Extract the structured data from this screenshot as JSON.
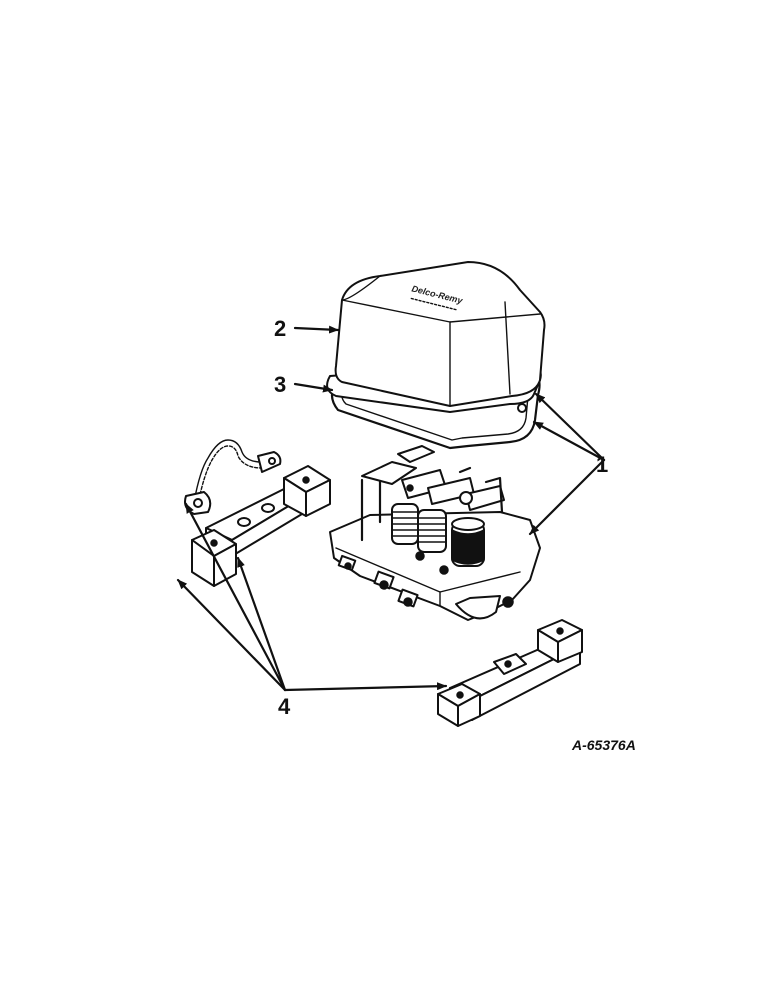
{
  "callouts": {
    "c1": "1",
    "c2": "2",
    "c3": "3",
    "c4": "4"
  },
  "figure_code": "A-65376A",
  "cover_brand": "Delco-Remy"
}
